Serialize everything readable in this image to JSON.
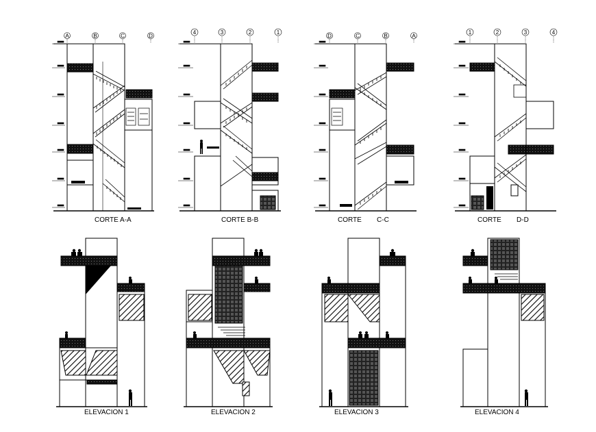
{
  "sections": [
    {
      "caption": "CORTE  A-A",
      "grid": [
        "A",
        "B",
        "C",
        "D"
      ]
    },
    {
      "caption": "CORTE  B-B",
      "grid": [
        "4",
        "3",
        "2",
        "1"
      ]
    },
    {
      "caption": "CORTE        C-C",
      "grid": [
        "D",
        "C",
        "B",
        "A"
      ]
    },
    {
      "caption": "CORTE        D-D",
      "grid": [
        "1",
        "2",
        "3",
        "4"
      ]
    }
  ],
  "elevations": [
    {
      "caption": "ELEVACION 1"
    },
    {
      "caption": "ELEVACION 2"
    },
    {
      "caption": "ELEVACION 3"
    },
    {
      "caption": "ELEVACION 4"
    }
  ]
}
